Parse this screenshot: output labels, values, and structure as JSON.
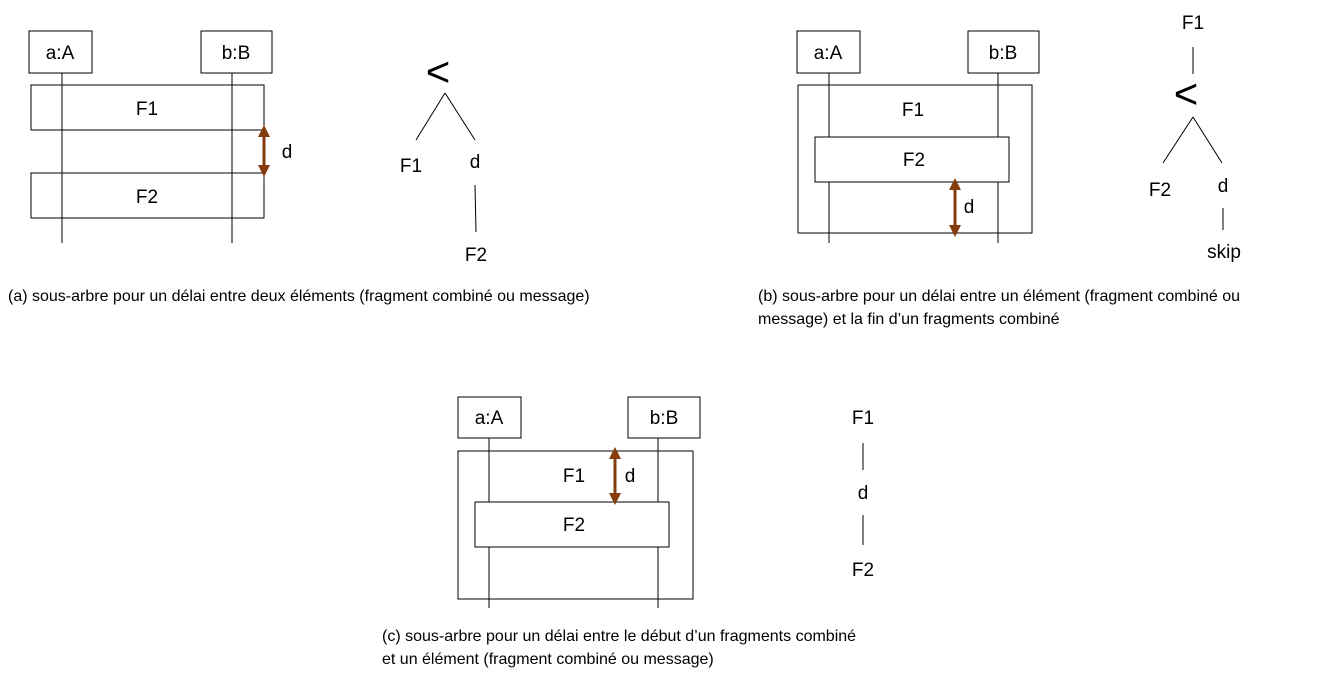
{
  "panel_a": {
    "lifeline_a": "a:A",
    "lifeline_b": "b:B",
    "fragment_1": "F1",
    "fragment_2": "F2",
    "delay": "d",
    "tree": {
      "root": "<",
      "left": "F1",
      "right": "d",
      "child": "F2"
    },
    "caption": "(a) sous-arbre pour un délai entre deux éléments (fragment combiné ou message)"
  },
  "panel_b": {
    "lifeline_a": "a:A",
    "lifeline_b": "b:B",
    "fragment_1": "F1",
    "fragment_2": "F2",
    "delay": "d",
    "tree": {
      "top": "F1",
      "root": "<",
      "left": "F2",
      "right": "d",
      "child": "skip"
    },
    "caption_line1": "(b) sous-arbre pour un délai entre un élément (fragment combiné ou",
    "caption_line2": "message) et la fin d’un fragments combiné"
  },
  "panel_c": {
    "lifeline_a": "a:A",
    "lifeline_b": "b:B",
    "fragment_1": "F1",
    "fragment_2": "F2",
    "delay": "d",
    "tree": {
      "top": "F1",
      "middle": "d",
      "bottom": "F2"
    },
    "caption_line1": "(c) sous-arbre pour un délai entre le début d’un fragments combiné",
    "caption_line2": "et un élément (fragment combiné ou message)"
  },
  "colors": {
    "delay_arrow": "#843c0c",
    "stroke": "#000000",
    "background": "#ffffff"
  }
}
